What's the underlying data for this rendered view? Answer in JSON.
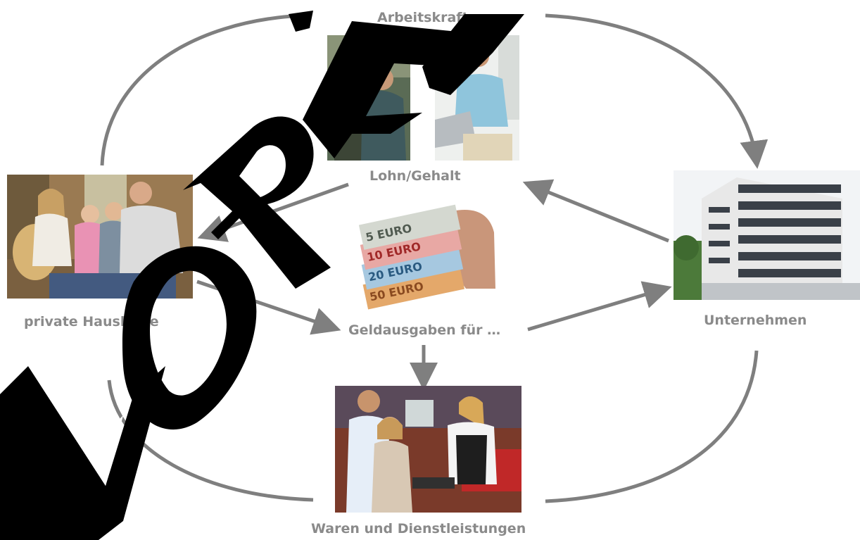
{
  "labels": {
    "arbeitskraft": "Arbeitskraft",
    "lohn_gehalt": "Lohn/Gehalt",
    "private_haushalte": "private Haushalte",
    "geldausgaben": "Geldausgaben für …",
    "unternehmen": "Unternehmen",
    "waren_dienstleistungen": "Waren und Dienstleistungen"
  },
  "banknotes": [
    "5",
    "10",
    "20",
    "50"
  ],
  "banknote_currency": "EURO",
  "colors": {
    "arrow": "#7f7f7f",
    "label": "#8a8a8a",
    "watermark": "#000000"
  },
  "watermark": "VORAB",
  "icons": {
    "family_photo": "family-photo",
    "workers_photo": "workers-photo",
    "office_worker_photo": "office-worker-photo",
    "money_photo": "money-photo",
    "building_photo": "building-photo",
    "checkout_photo": "checkout-photo"
  }
}
